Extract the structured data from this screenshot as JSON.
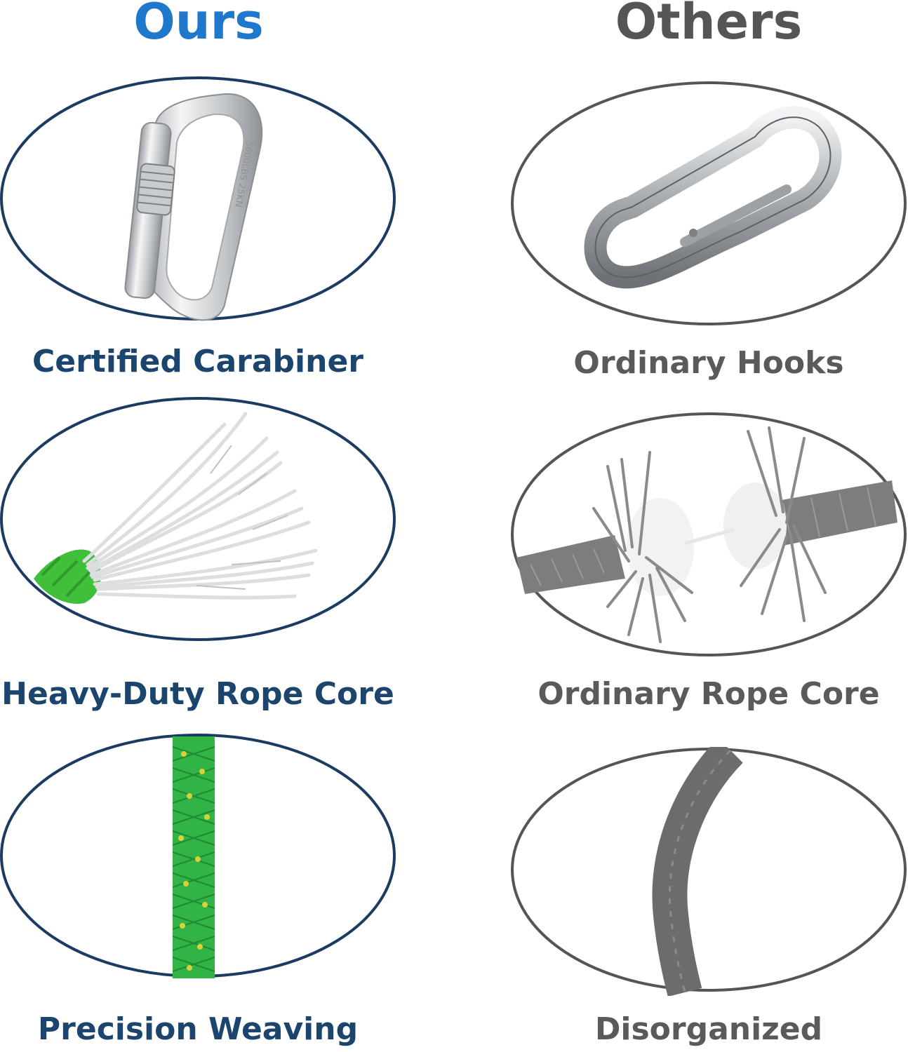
{
  "colors": {
    "ours_heading": "#1f78cc",
    "others_heading": "#555555",
    "ours_label": "#1c456d",
    "others_label": "#5a5a5a",
    "ours_ellipse": "#1b3c62",
    "others_ellipse": "#555555",
    "rope_green": "#31b345",
    "rope_grey": "#6e6e6e"
  },
  "headings": {
    "ours": "Ours",
    "others": "Others"
  },
  "rows": [
    {
      "ours_label": "Certified Carabiner",
      "others_label": "Ordinary Hooks",
      "ours_icon": "locking-carabiner-image",
      "others_icon": "spring-hook-image",
      "carabiner_engraving": "5600LBS 25KN"
    },
    {
      "ours_label": "Heavy-Duty Rope Core",
      "others_label": "Ordinary Rope Core",
      "ours_icon": "white-rope-core-image",
      "others_icon": "frayed-grey-rope-image"
    },
    {
      "ours_label": "Precision Weaving",
      "others_label": "Disorganized",
      "ours_icon": "green-braided-rope-image",
      "others_icon": "grey-rope-image"
    }
  ]
}
